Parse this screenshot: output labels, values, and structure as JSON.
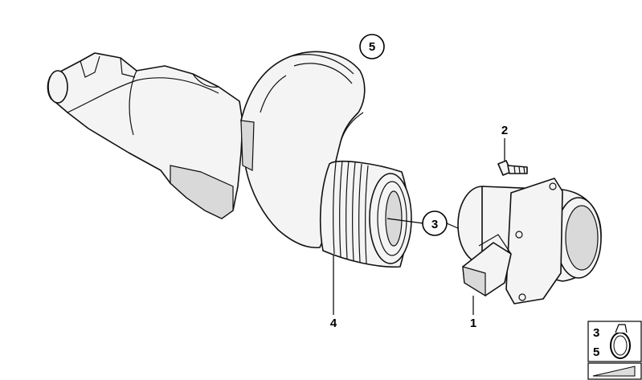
{
  "callouts": {
    "c1": "1",
    "c2": "2",
    "c3": "3",
    "c4": "4",
    "c5": "5"
  },
  "legend_box": {
    "top_number": "3",
    "bottom_number": "5"
  }
}
